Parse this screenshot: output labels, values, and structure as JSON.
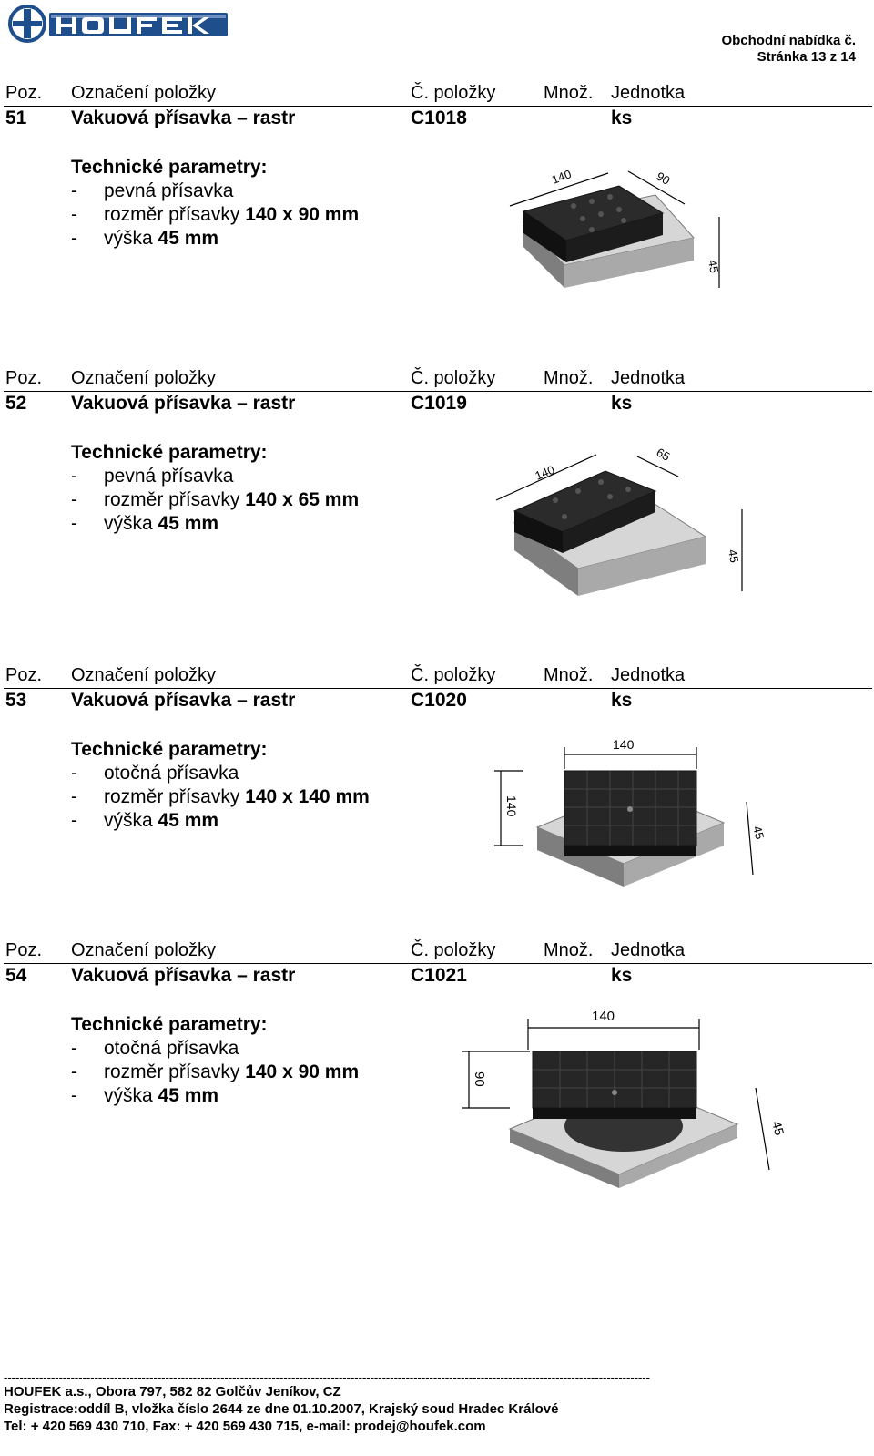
{
  "header": {
    "offer_label": "Obchodní nabídka č.",
    "page_label": "Stránka 13 z 14"
  },
  "columns": {
    "pos": "Poz.",
    "name": "Označení položky",
    "item_no": "Č. položky",
    "qty": "Množ.",
    "unit": "Jednotka"
  },
  "items": [
    {
      "pos": "51",
      "name": "Vakuová přísavka – rastr",
      "item_no": "C1018",
      "qty": "",
      "unit": "ks",
      "params_title": "Technické parametry:",
      "dash": "-",
      "p1": "pevná přísavka",
      "p2_text": "rozměr přísavky ",
      "p2_val": "140 x 90 mm",
      "p3_text": "výška ",
      "p3_val": "45 mm",
      "dims": [
        "140",
        "90",
        "45"
      ]
    },
    {
      "pos": "52",
      "name": "Vakuová přísavka – rastr",
      "item_no": "C1019",
      "qty": "",
      "unit": "ks",
      "params_title": "Technické parametry:",
      "dash": "-",
      "p1": "pevná přísavka",
      "p2_text": "rozměr přísavky ",
      "p2_val": "140 x 65 mm",
      "p3_text": "výška ",
      "p3_val": "45 mm",
      "dims": [
        "140",
        "65",
        "45"
      ]
    },
    {
      "pos": "53",
      "name": "Vakuová přísavka – rastr",
      "item_no": "C1020",
      "qty": "",
      "unit": "ks",
      "params_title": "Technické parametry:",
      "dash": "-",
      "p1": "otočná přísavka",
      "p2_text": "rozměr přísavky ",
      "p2_val": "140 x 140 mm",
      "p3_text": "výška ",
      "p3_val": "45 mm",
      "dims": [
        "140",
        "140",
        "45"
      ]
    },
    {
      "pos": "54",
      "name": "Vakuová přísavka – rastr",
      "item_no": "C1021",
      "qty": "",
      "unit": "ks",
      "params_title": "Technické parametry:",
      "dash": "-",
      "p1": "otočná přísavka",
      "p2_text": "rozměr přísavky ",
      "p2_val": "140 x 90 mm",
      "p3_text": "výška ",
      "p3_val": "45 mm",
      "dims": [
        "140",
        "90",
        "45"
      ]
    }
  ],
  "footer": {
    "dashes": "--------------------------------------------------------------------------------------------------------------------------------------------------------------------",
    "line1": "HOUFEK a.s., Obora 797, 582 82  Golčův Jeníkov, CZ",
    "line2": "Registrace:oddíl B, vložka číslo 2644 ze dne 01.10.2007, Krajský soud Hradec Králové",
    "line3": "Tel: + 420 569 430 710, Fax: + 420 569 430 715, e-mail: prodej@houfek.com"
  },
  "colors": {
    "brand_blue": "#1f4e8c",
    "product_black": "#1a1a1a",
    "base_gray": "#9c9c9c"
  }
}
